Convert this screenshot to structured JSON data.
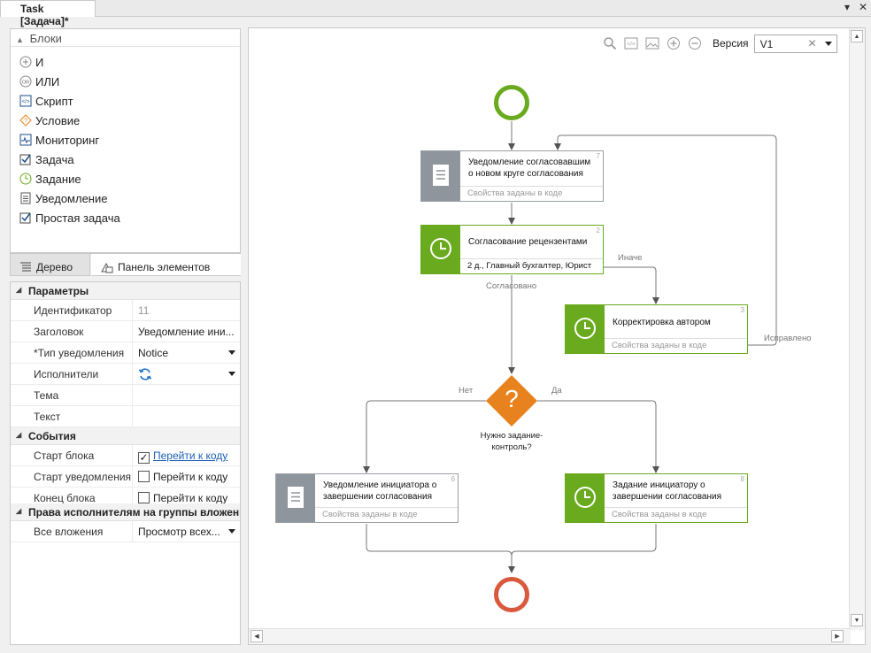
{
  "window": {
    "tab_title": "Task [Задача]*",
    "ctl_dropdown": "▾",
    "ctl_close": "✕"
  },
  "blocks": {
    "header": "Блоки",
    "items": [
      {
        "label": "И",
        "icon": "and-icon"
      },
      {
        "label": "ИЛИ",
        "icon": "or-icon"
      },
      {
        "label": "Скрипт",
        "icon": "script-icon"
      },
      {
        "label": "Условие",
        "icon": "condition-icon"
      },
      {
        "label": "Мониторинг",
        "icon": "monitoring-icon"
      },
      {
        "label": "Задача",
        "icon": "task-icon"
      },
      {
        "label": "Задание",
        "icon": "assignment-icon"
      },
      {
        "label": "Уведомление",
        "icon": "notification-icon"
      },
      {
        "label": "Простая задача",
        "icon": "simple-task-icon"
      }
    ]
  },
  "panel_tabs": {
    "tree": "Дерево",
    "elements": "Панель элементов"
  },
  "params": {
    "section_params": "Параметры",
    "rows": [
      {
        "label": "Идентификатор",
        "value": "11"
      },
      {
        "label": "Заголовок",
        "value": "Уведомление ини..."
      },
      {
        "label": "*Тип уведомления",
        "value": "Notice"
      },
      {
        "label": "Исполнители",
        "value": ""
      },
      {
        "label": "Тема",
        "value": ""
      },
      {
        "label": "Текст",
        "value": ""
      }
    ],
    "section_events": "События",
    "events": [
      {
        "label": "Старт блока",
        "value": "Перейти к коду",
        "checked": true
      },
      {
        "label": "Старт уведомления",
        "value": "Перейти к коду",
        "checked": false
      },
      {
        "label": "Конец блока",
        "value": "Перейти к коду",
        "checked": false
      }
    ],
    "section_rights": "Права исполнителям на группы вложени",
    "rights": [
      {
        "label": "Все вложения",
        "value": "Просмотр всех..."
      }
    ]
  },
  "canvas": {
    "version_label": "Версия",
    "version_value": "V1",
    "nodes": {
      "n7": {
        "title": "Уведомление согласовавшим о новом круге согласования",
        "sub": "Свойства заданы в коде",
        "num": "7"
      },
      "n2": {
        "title": "Согласование рецензентами",
        "sub": "2 д., Главный бухгалтер, Юрист",
        "num": "2"
      },
      "n3": {
        "title": "Корректировка автором",
        "sub": "Свойства заданы в коде",
        "num": "3"
      },
      "n6": {
        "title": "Уведомление инициатора о завершении согласования",
        "sub": "Свойства заданы в коде",
        "num": "6"
      },
      "n8": {
        "title": "Задание инициатору о завершении согласования",
        "sub": "Свойства заданы в коде",
        "num": "8"
      }
    },
    "gateway": {
      "symbol": "?",
      "label": "Нужно задание-контроль?"
    },
    "edge_labels": {
      "otherwise": "Иначе",
      "approved": "Согласовано",
      "fixed": "Исправлено",
      "no": "Нет",
      "yes": "Да"
    },
    "colors": {
      "green": "#6aaa1e",
      "gray": "#8e959c",
      "orange": "#e8821e",
      "end": "#d9593c"
    }
  }
}
